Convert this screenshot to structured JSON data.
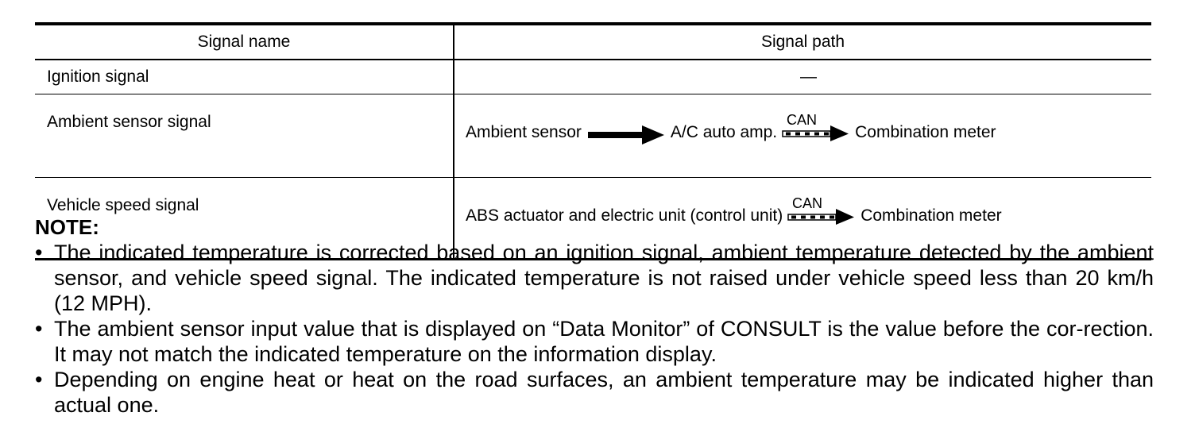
{
  "table": {
    "headers": [
      "Signal name",
      "Signal path"
    ],
    "rows": [
      {
        "name": "Ignition signal",
        "path_text": "—"
      },
      {
        "name": "Ambient sensor signal",
        "path": {
          "from": "Ambient sensor",
          "mid": "A/C auto amp.",
          "can_label": "CAN",
          "to": "Combination meter"
        }
      },
      {
        "name": "Vehicle speed signal",
        "path": {
          "from": "ABS actuator and electric unit (control unit)",
          "can_label": "CAN",
          "to": "Combination meter"
        }
      }
    ]
  },
  "note": {
    "title": "NOTE:",
    "bullet": "•",
    "items": [
      "The indicated temperature is corrected based on an ignition signal, ambient temperature detected by the ambient sensor, and vehicle speed signal. The indicated temperature is not raised under vehicle speed less than 20 km/h (12 MPH).",
      "The ambient sensor input value that is displayed on “Data Monitor” of CONSULT is the value before the cor-rection. It may not match the indicated temperature on the information display.",
      "Depending on engine heat or heat on the road surfaces, an ambient temperature may be indicated higher than actual one."
    ]
  }
}
